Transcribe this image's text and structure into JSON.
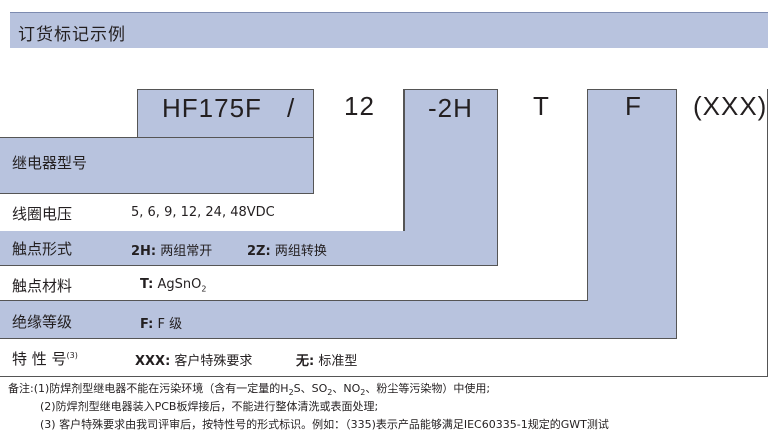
{
  "header": {
    "title": "订货标记示例"
  },
  "code_parts": {
    "model": "HF175F",
    "slash": "/",
    "voltage": "12",
    "contact": "-2H",
    "material": "T",
    "insulation": "F",
    "special": "(XXX)"
  },
  "rows": {
    "model_type": {
      "label": "继电器型号"
    },
    "coil_voltage": {
      "label": "线圈电压",
      "value": "5, 6, 9, 12, 24, 48VDC"
    },
    "contact_form": {
      "label": "触点形式",
      "opt1_code": "2H:",
      "opt1_text": "两组常开",
      "opt2_code": "2Z:",
      "opt2_text": "两组转换"
    },
    "contact_material": {
      "label": "触点材料",
      "code": "T:",
      "text": "AgSnO",
      "sub": "2"
    },
    "insulation_class": {
      "label": "绝缘等级",
      "code": "F:",
      "text": "F 级"
    },
    "special_code": {
      "label": "特 性 号",
      "sup": "(3)",
      "opt1_code": "XXX:",
      "opt1_text": "客户特殊要求",
      "opt2_code": "无:",
      "opt2_text": "标准型"
    }
  },
  "notes": {
    "prefix": "备注:",
    "n1_a": "(1)防焊剂型继电器不能在污染环境（含有一定量的H",
    "n1_sub1": "2",
    "n1_b": "S、SO",
    "n1_sub2": "2",
    "n1_c": "、NO",
    "n1_sub3": "2",
    "n1_d": "、粉尘等污染物）中使用;",
    "n2": "(2)防焊剂型继电器装入PCB板焊接后，不能进行整体清洗或表面处理;",
    "n3": "(3) 客户特殊要求由我司评审后，按特性号的形式标识。例如：（335)表示产品能够满足IEC60335-1规定的GWT测试"
  }
}
